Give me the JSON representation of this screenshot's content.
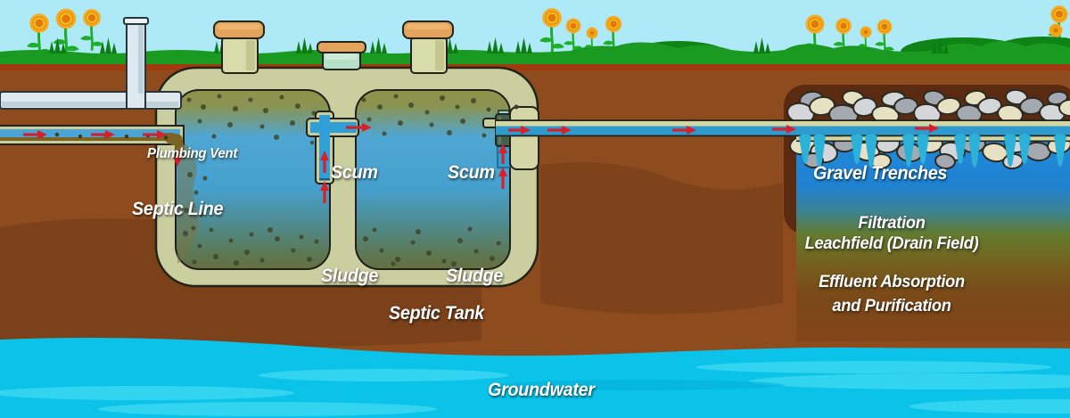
{
  "diagram": {
    "labels": {
      "plumbing_vent": "Plumbing Vent",
      "septic_line": "Septic Line",
      "scum_left": "Scum",
      "scum_right": "Scum",
      "sludge_left": "Sludge",
      "sludge_right": "Sludge",
      "septic_tank": "Septic Tank",
      "gravel_trenches": "Gravel Trenches",
      "filtration_line1": "Filtration",
      "filtration_line2": "Leachfield (Drain Field)",
      "effluent_line1": "Effluent Absorption",
      "effluent_line2": "and Purification",
      "groundwater": "Groundwater"
    },
    "colors": {
      "sky": "#ade9f7",
      "grass": "#1b9a22",
      "grass_dark": "#0f8315",
      "soil": "#8d4b1e",
      "subsoil_band": "#a23a10",
      "tank_wall": "#cbcfa0",
      "tank_water": "#4aa4d6",
      "scum_layer": "#90934a",
      "sludge_layer": "#666f40",
      "groundwater": "#0bc3e8",
      "effluent_blue": "#1f86d8",
      "trench_frame": "#5b2b11",
      "rock_gray": "#d4d6d9",
      "rock_tan": "#e7e1c3",
      "drip_teal": "#2cb2d9",
      "flow_arrow": "#d6202a",
      "flower_petal": "#f8a81a",
      "label_text": "#ffffff"
    }
  }
}
